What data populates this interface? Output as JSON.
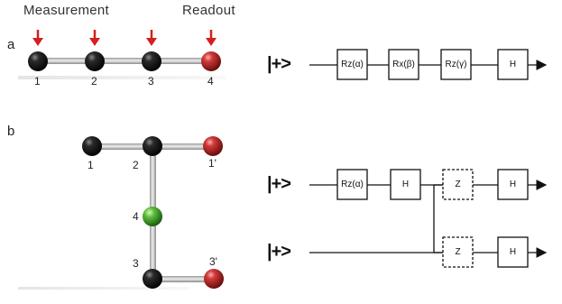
{
  "figure": {
    "panel_a": {
      "label": "a",
      "header_measurement": "Measurement",
      "header_readout": "Readout",
      "qubit_labels": [
        "1",
        "2",
        "3",
        "4"
      ],
      "circuit": {
        "input_state": "|+>",
        "gates": [
          "Rz(α)",
          "Rx(β)",
          "Rz(γ)",
          "H"
        ]
      }
    },
    "panel_b": {
      "label": "b",
      "qubit_labels": [
        "1",
        "2",
        "1'",
        "4",
        "3",
        "3'"
      ],
      "circuit": {
        "top_input": "|+>",
        "bottom_input": "|+>",
        "top_gates": [
          "Rz(α)",
          "H",
          "Z",
          "H"
        ],
        "bottom_gates": [
          "Z",
          "H"
        ]
      }
    },
    "colors": {
      "measurement_sphere": "#1a1a1a",
      "readout_sphere": "#c0282c",
      "middle_sphere": "#4caf3a",
      "arrow": "#d3201f",
      "rod": "#b8b8b8"
    }
  }
}
